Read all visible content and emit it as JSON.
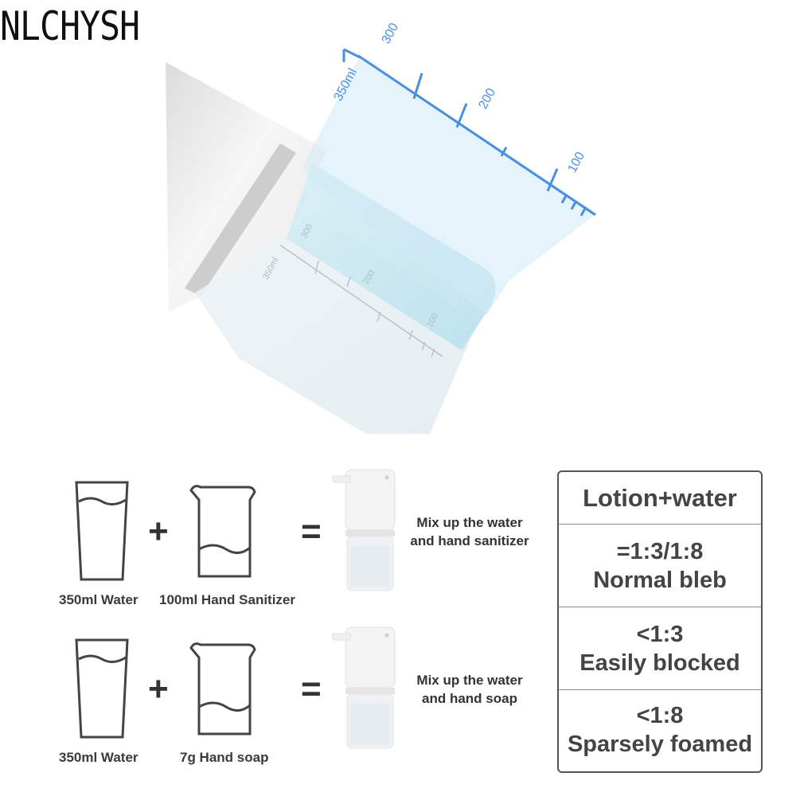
{
  "brand": "NLCHYSH",
  "scale": {
    "main_top": "300",
    "main_side": "350ml",
    "main_mid": "200",
    "main_low": "100",
    "ghost_top": "300",
    "ghost_side": "350ml",
    "ghost_mid": "200",
    "ghost_low": "100"
  },
  "recipes": [
    {
      "water_label": "350ml Water",
      "additive_label": "100ml Hand Sanitizer",
      "mix_line1": "Mix up the water",
      "mix_line2": "and hand sanitizer"
    },
    {
      "water_label": "350ml Water",
      "additive_label": "7g Hand soap",
      "mix_line1": "Mix up the water",
      "mix_line2": "and hand soap"
    }
  ],
  "operators": {
    "plus": "+",
    "equals": "="
  },
  "ratio_table": {
    "header": "Lotion+water",
    "rows": [
      {
        "ratio": "=1:3/1:8",
        "result": "Normal bleb"
      },
      {
        "ratio": "<1:3",
        "result": "Easily blocked"
      },
      {
        "ratio": "<1:8",
        "result": "Sparsely foamed"
      }
    ]
  },
  "colors": {
    "scale_blue": "#4a8fe0",
    "liquid_blue": "#bfe3ee",
    "dispenser_white": "#f4f4f4",
    "line_gray": "#555555"
  }
}
